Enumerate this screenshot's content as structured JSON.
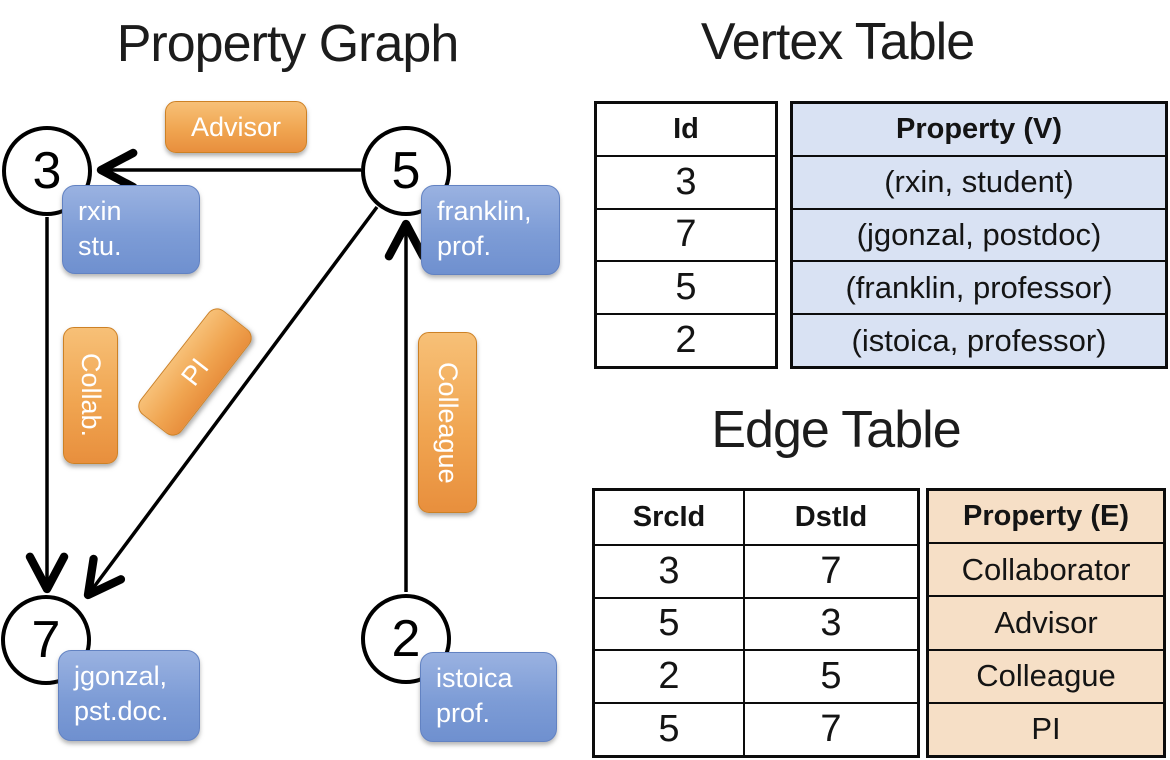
{
  "graph": {
    "title": "Property Graph",
    "nodes": [
      {
        "id": "3",
        "label_line1": "rxin",
        "label_line2": "stu."
      },
      {
        "id": "5",
        "label_line1": "franklin,",
        "label_line2": "prof."
      },
      {
        "id": "7",
        "label_line1": "jgonzal,",
        "label_line2": "pst.doc."
      },
      {
        "id": "2",
        "label_line1": "istoica",
        "label_line2": "prof."
      }
    ],
    "edges": [
      {
        "label": "Advisor",
        "from": "5",
        "to": "3"
      },
      {
        "label": "Collab.",
        "from": "3",
        "to": "7"
      },
      {
        "label": "PI",
        "from": "5",
        "to": "7"
      },
      {
        "label": "Colleague",
        "from": "2",
        "to": "5"
      }
    ]
  },
  "vertex_table": {
    "title": "Vertex Table",
    "headers": {
      "id": "Id",
      "property": "Property (V)"
    },
    "rows": [
      {
        "id": "3",
        "property": "(rxin, student)"
      },
      {
        "id": "7",
        "property": "(jgonzal, postdoc)"
      },
      {
        "id": "5",
        "property": "(franklin, professor)"
      },
      {
        "id": "2",
        "property": "(istoica, professor)"
      }
    ]
  },
  "edge_table": {
    "title": "Edge Table",
    "headers": {
      "src": "SrcId",
      "dst": "DstId",
      "property": "Property (E)"
    },
    "rows": [
      {
        "src": "3",
        "dst": "7",
        "property": "Collaborator"
      },
      {
        "src": "5",
        "dst": "3",
        "property": "Advisor"
      },
      {
        "src": "2",
        "dst": "5",
        "property": "Colleague"
      },
      {
        "src": "5",
        "dst": "7",
        "property": "PI"
      }
    ]
  },
  "colors": {
    "edge_label_orange": "#f0a551",
    "vertex_label_blue": "#7d9cd6",
    "vertex_property_column_bg": "#d9e2f3",
    "edge_property_column_bg": "#f6dfc6",
    "line_black": "#000000"
  }
}
